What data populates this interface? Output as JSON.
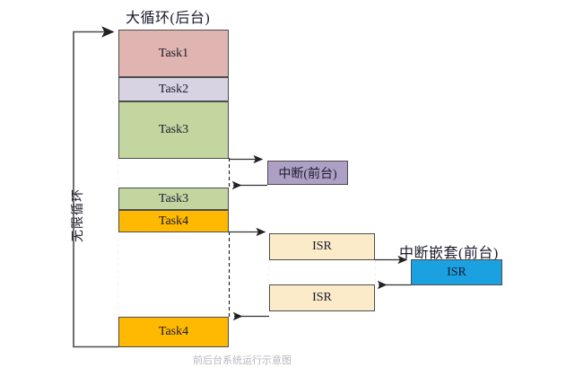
{
  "diagram": {
    "title_main": "大循环(后台)",
    "loop_label": "无限循环",
    "interrupt_label": "中断(前台)",
    "nested_interrupt_label": "中断嵌套(前台)",
    "caption": "前后台系统运行示意图",
    "colors": {
      "task1": "#E0B4B0",
      "task2": "#D8D3E3",
      "task3": "#C3D6A0",
      "task4": "#FFB900",
      "interrupt": "#AEA0C4",
      "isr": "#FCEBC8",
      "isr_nested": "#1BA0E0",
      "border": "#4d4d4d",
      "line": "#333333",
      "text": "#1a1a2e"
    },
    "main_column": [
      {
        "label": "Task1",
        "fill": "task1"
      },
      {
        "label": "Task2",
        "fill": "task2"
      },
      {
        "label": "Task3",
        "fill": "task3"
      },
      {
        "label": "",
        "fill": "none"
      },
      {
        "label": "Task3",
        "fill": "task3"
      },
      {
        "label": "Task4",
        "fill": "task4"
      },
      {
        "label": "",
        "fill": "none"
      },
      {
        "label": "Task4",
        "fill": "task4"
      }
    ],
    "interrupt_column": [
      {
        "label": "ISR",
        "fill": "isr"
      },
      {
        "label": "",
        "fill": "none"
      },
      {
        "label": "ISR",
        "fill": "isr"
      }
    ],
    "nested_column": [
      {
        "label": "ISR",
        "fill": "isr_nested"
      }
    ]
  }
}
